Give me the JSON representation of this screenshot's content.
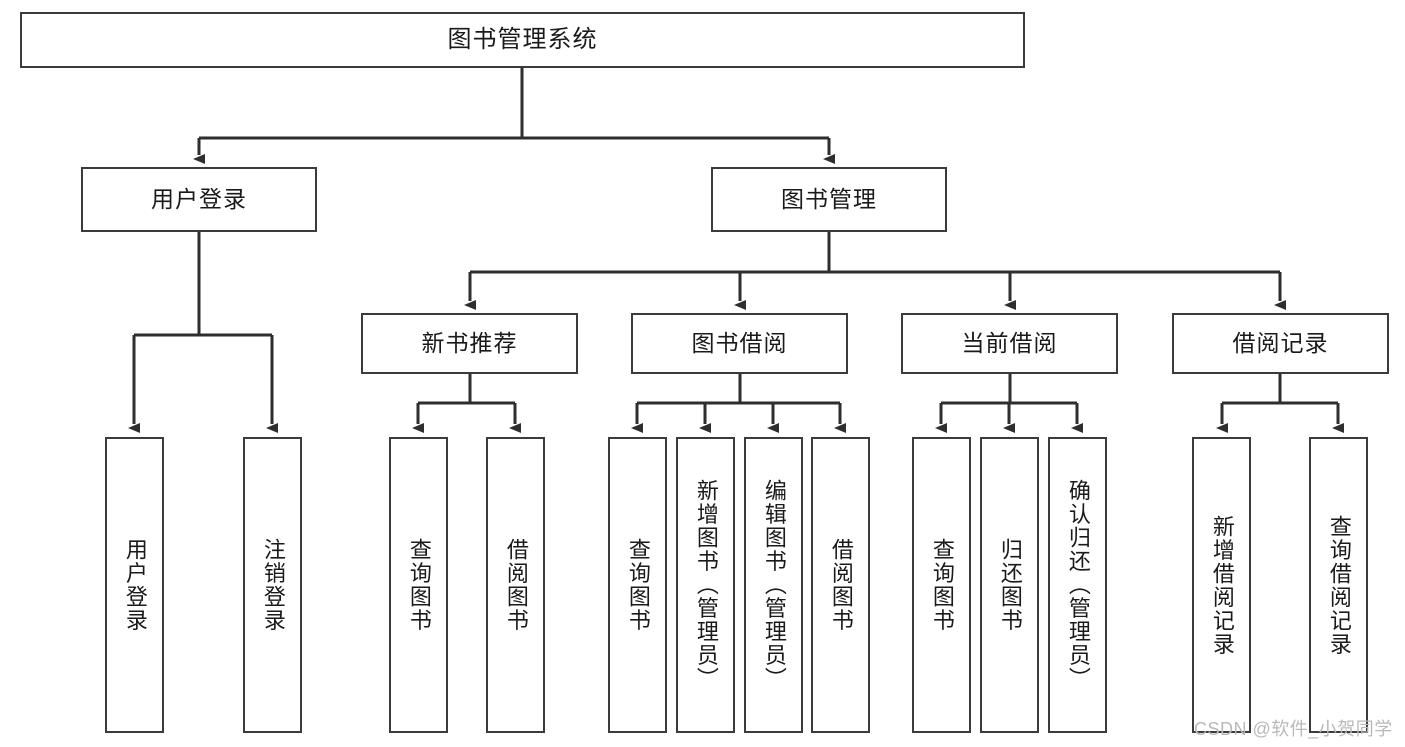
{
  "diagram": {
    "title": "图书管理系统",
    "type": "tree-hierarchy-chart",
    "line_color": "#3b3b3b",
    "box_fill": "#ffffff",
    "text_color": "#1a1a1a"
  },
  "root": {
    "label": "图书管理系统"
  },
  "level2": [
    {
      "label": "用户登录"
    },
    {
      "label": "图书管理"
    }
  ],
  "level3": [
    {
      "label": "新书推荐"
    },
    {
      "label": "图书借阅"
    },
    {
      "label": "当前借阅"
    },
    {
      "label": "借阅记录"
    }
  ],
  "leaves": {
    "user_login": [
      {
        "label": "用户登录"
      },
      {
        "label": "注销登录"
      }
    ],
    "new_book": [
      {
        "label": "查询图书"
      },
      {
        "label": "借阅图书"
      }
    ],
    "book_borrow": [
      {
        "label": "查询图书"
      },
      {
        "label": "新增图书（管理员）"
      },
      {
        "label": "编辑图书（管理员）"
      },
      {
        "label": "借阅图书"
      }
    ],
    "current_borrow": [
      {
        "label": "查询图书"
      },
      {
        "label": "归还图书"
      },
      {
        "label": "确认归还（管理员）"
      }
    ],
    "borrow_record": [
      {
        "label": "新增借阅记录"
      },
      {
        "label": "查询借阅记录"
      }
    ]
  },
  "watermark": {
    "text": "CSDN @软件_小贺同学"
  }
}
